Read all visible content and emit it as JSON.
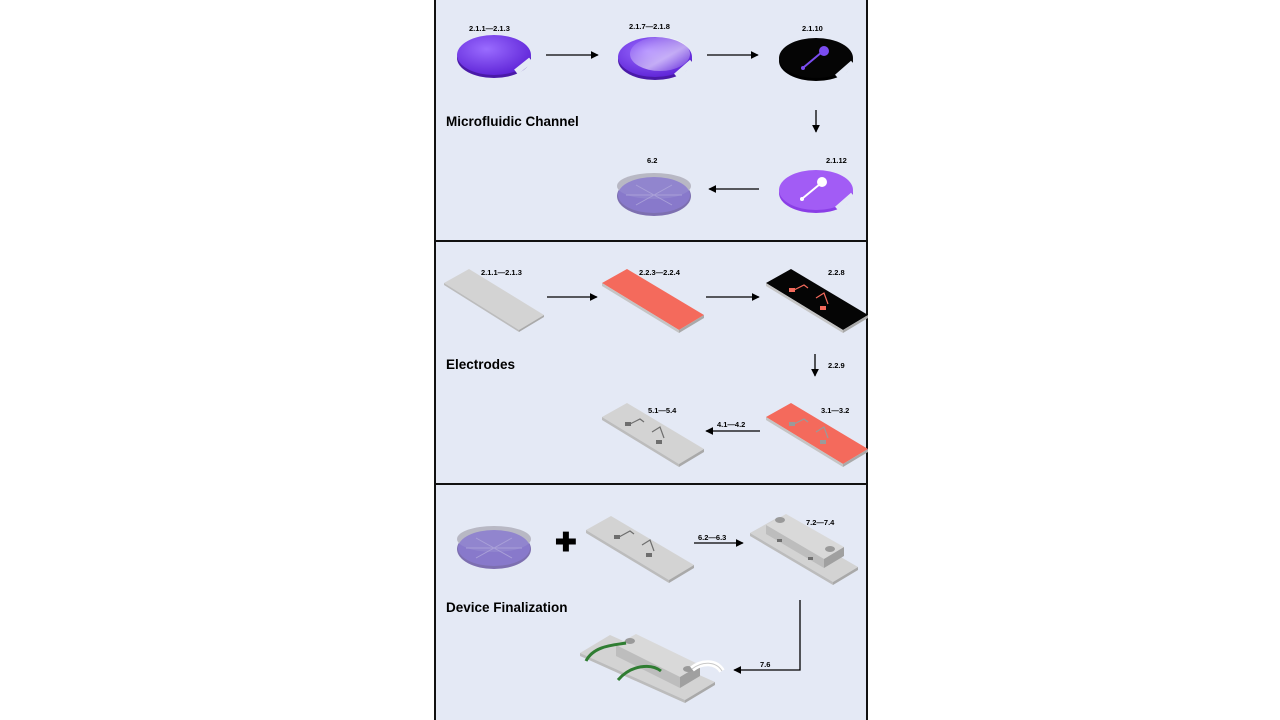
{
  "panels": [
    {
      "title": "Microfluidic Channel",
      "steps": {
        "s1": "2.1.1—2.1.3",
        "s2": "2.1.7—2.1.8",
        "s3": "2.1.10",
        "s4": "2.1.12",
        "s5": "6.2"
      }
    },
    {
      "title": "Electrodes",
      "steps": {
        "s1": "2.1.1—2.1.3",
        "s2": "2.2.3—2.2.4",
        "s3": "2.2.8",
        "s4": "2.2.9",
        "s5": "3.1—3.2",
        "s6": "4.1—4.2",
        "s7": "5.1—5.4"
      }
    },
    {
      "title": "Device Finalization",
      "steps": {
        "s1": "6.2—6.3",
        "s2": "7.2—7.4",
        "s3": "7.6"
      }
    }
  ],
  "colors": {
    "panel_bg": "#e4e9f5",
    "wafer_purple": "#7a3ff0",
    "electrode_red": "#f46a5c",
    "mask_black": "#050505",
    "glass_grey": "#d8d8d8",
    "tube_green": "#2f7d32"
  }
}
